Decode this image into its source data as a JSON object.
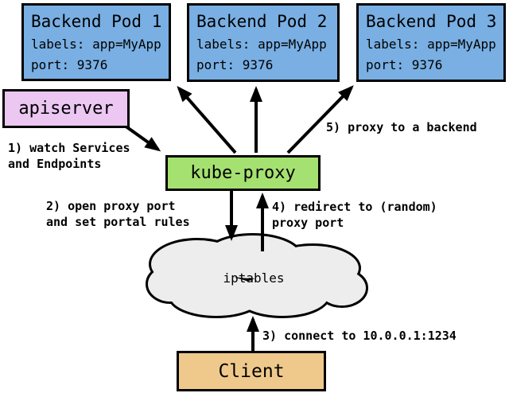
{
  "colors": {
    "pod-fill": "#79AFE3",
    "apiserver-fill": "#EBC7F2",
    "kubeproxy-fill": "#A5E170",
    "cloud-fill": "#EDEDED",
    "client-fill": "#EFC98C",
    "line-color": "#000000"
  },
  "pods": [
    {
      "title": "Backend Pod 1",
      "labels": "labels: app=MyApp",
      "port": "port: 9376"
    },
    {
      "title": "Backend Pod 2",
      "labels": "labels: app=MyApp",
      "port": "port: 9376"
    },
    {
      "title": "Backend Pod 3",
      "labels": "labels: app=MyApp",
      "port": "port: 9376"
    }
  ],
  "apiserver": {
    "label": "apiserver"
  },
  "kube_proxy": {
    "label": "kube-proxy"
  },
  "iptables": {
    "label": "iptables"
  },
  "client": {
    "label": "Client"
  },
  "steps": {
    "s1": "1) watch Services\nand Endpoints",
    "s2": "2) open proxy port\nand set portal rules",
    "s3": "3) connect to 10.0.0.1:1234",
    "s4": "4) redirect to (random)\nproxy port",
    "s5": "5) proxy to a backend"
  }
}
